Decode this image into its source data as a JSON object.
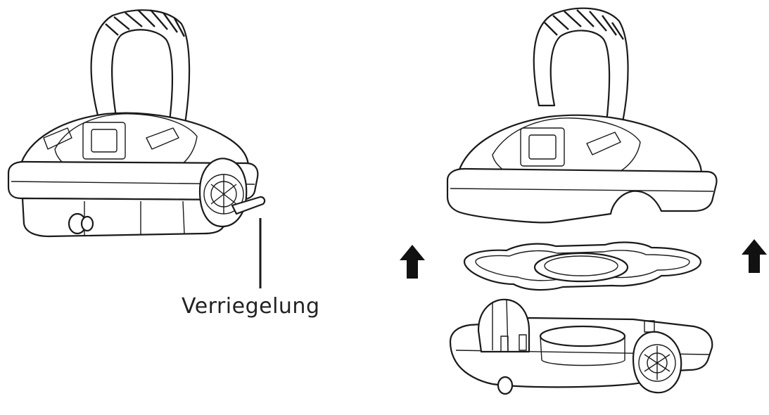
{
  "diagram": {
    "callout_label": "Verriegelung",
    "colors": {
      "line": "#1a1a1a",
      "background": "#ffffff",
      "arrow": "#111111"
    },
    "parts": [
      "robot-assembled",
      "top-cover",
      "gasket",
      "base-body",
      "lift-arrow-left",
      "lift-arrow-right"
    ]
  }
}
